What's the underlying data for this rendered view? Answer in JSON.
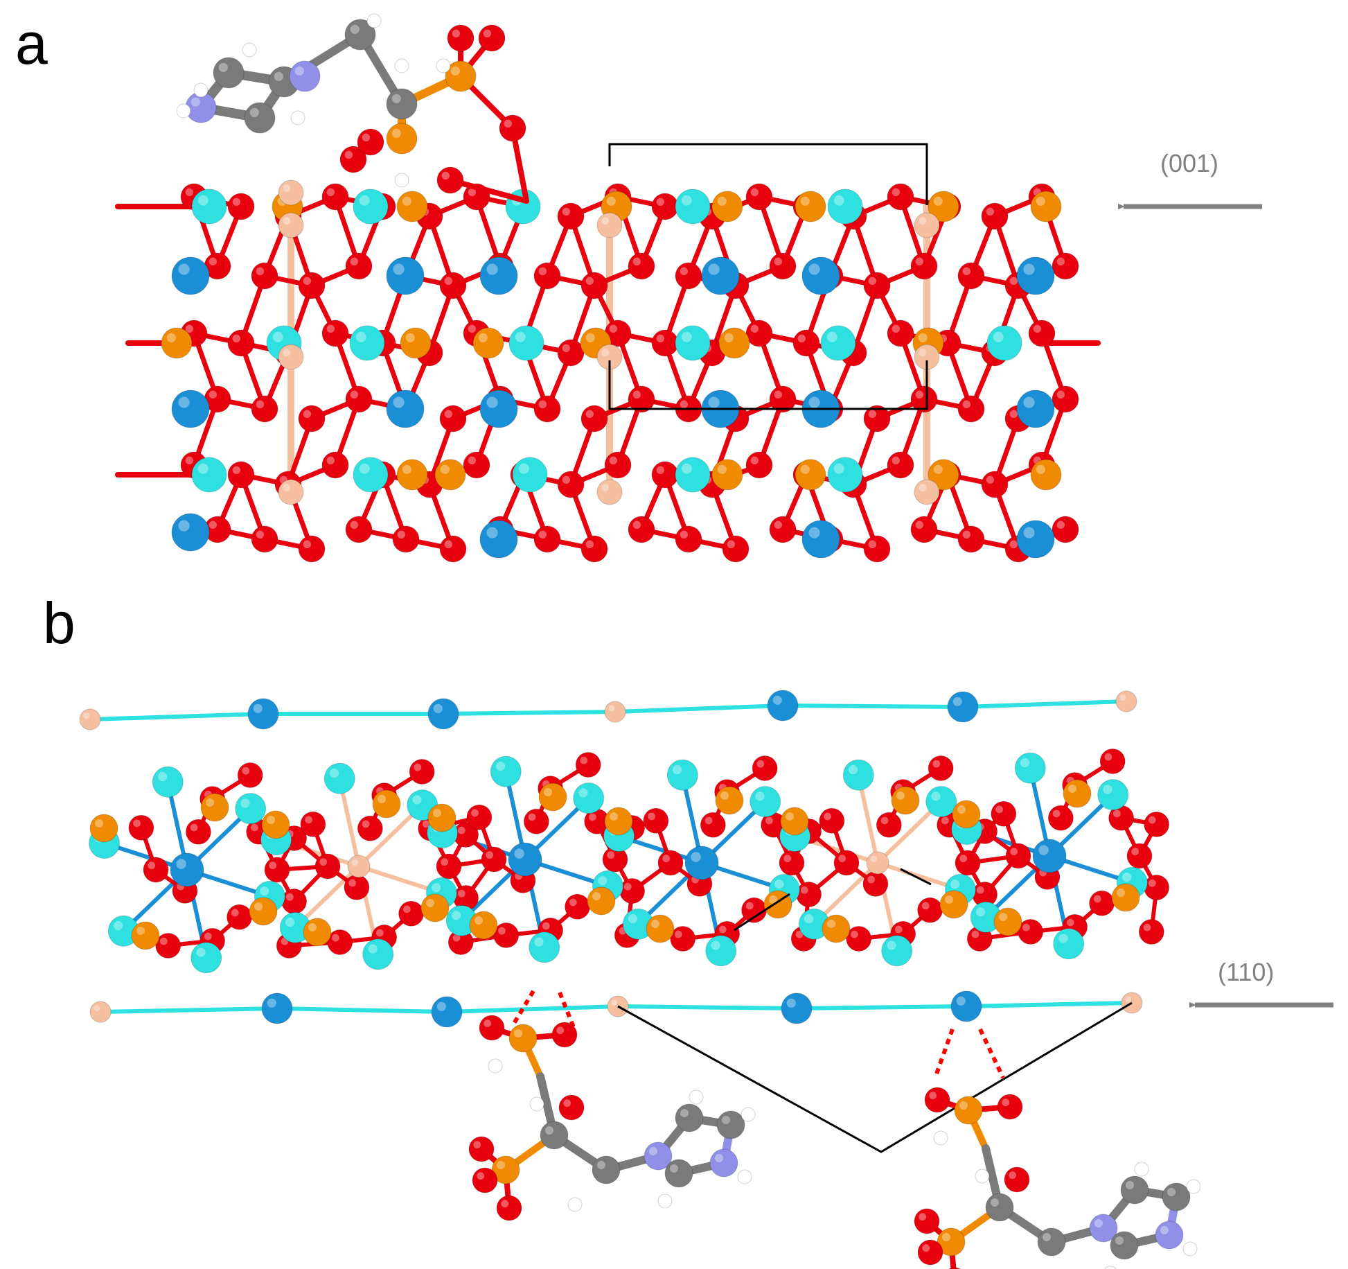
{
  "figure": {
    "panels": [
      {
        "letter": "a",
        "plane": "(001)"
      },
      {
        "letter": "b",
        "plane": "(110)"
      }
    ],
    "colors": {
      "oxygen": "#e8000e",
      "calcium_cyan": "#2ee0e0",
      "calcium_blue": "#1a8fd6",
      "phosphorus": "#f08a00",
      "carbon": "#7a7a7a",
      "nitrogen": "#9090e8",
      "hydrogen": "#ffffff",
      "framework_node": "#f5bfa0",
      "unit_cell": "#000000",
      "arrow": "#808080",
      "hbond": "#ff0000"
    }
  }
}
